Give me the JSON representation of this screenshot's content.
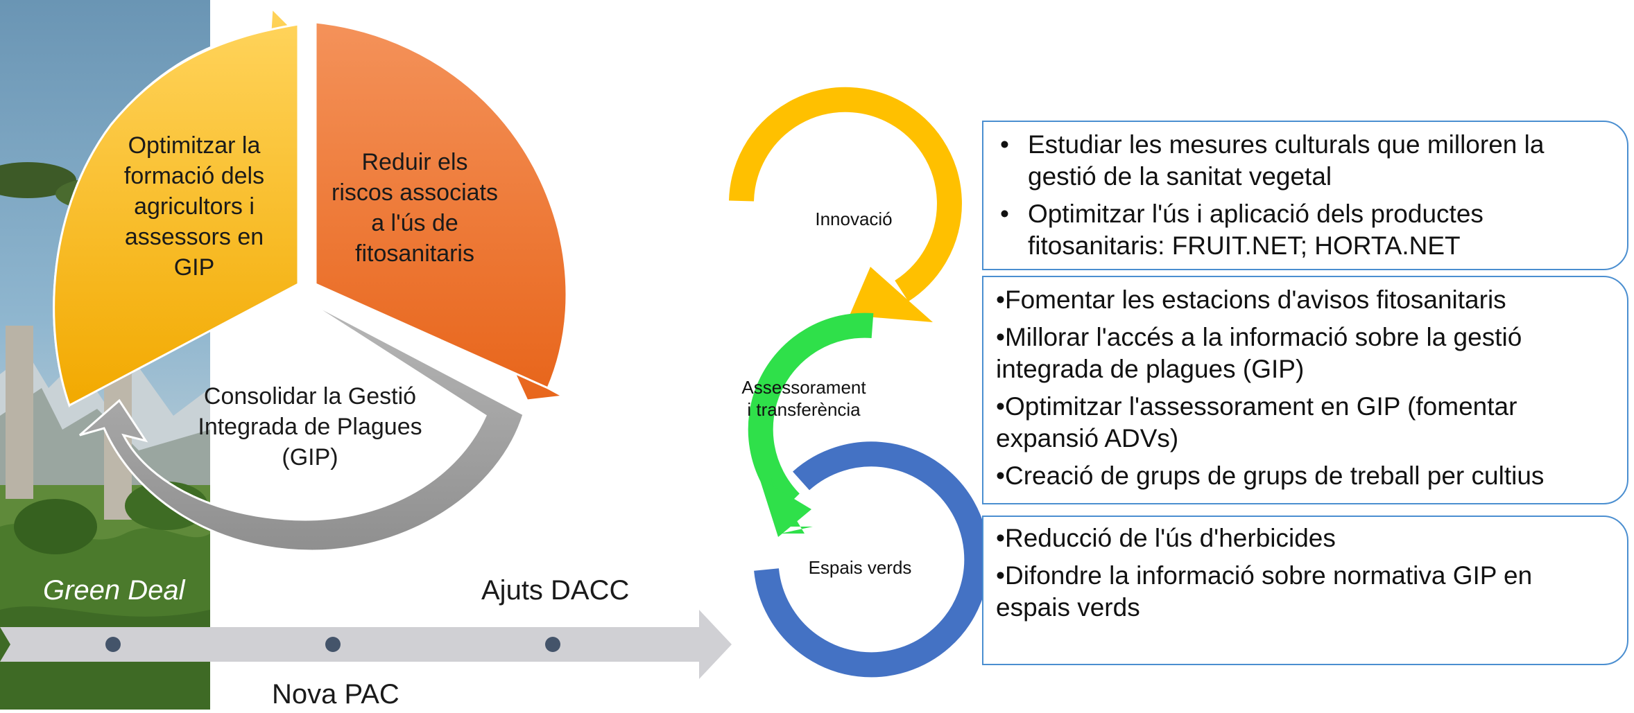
{
  "cycle": {
    "top_left": "Optimitzar la formació dels agricultors i assessors en GIP",
    "top_right": "Reduir els riscos associats a l'ús de fitosanitaris",
    "bottom": "Consolidar la Gestió Integrada de Plagues (GIP)"
  },
  "timeline": {
    "label_green_deal": "Green Deal",
    "label_nova_pac": "Nova PAC",
    "label_ajuts": "Ajuts DACC"
  },
  "process": {
    "innovacio": "Innovació",
    "assessorament_line1": "Assessorament",
    "assessorament_line2": "i transferència",
    "espais_verds": "Espais verds"
  },
  "boxes": {
    "innovacio": [
      "Estudiar les mesures culturals que milloren la gestió de la sanitat vegetal",
      "Optimitzar l'ús i aplicació dels productes fitosanitaris: FRUIT.NET; HORTA.NET"
    ],
    "assessorament": [
      "Fomentar les estacions d'avisos fitosanitaris",
      "Millorar l'accés a la informació sobre la gestió integrada de plagues (GIP)",
      "Optimitzar l'assessorament en GIP (fomentar expansió ADVs)",
      "Creació de grups de grups de treball per cultius"
    ],
    "espais_verds": [
      "Reducció de l'ús d'herbicides",
      "Difondre la informació sobre normativa GIP en espais verds"
    ]
  },
  "colors": {
    "yellow": "#f7b91a",
    "orange": "#ee7125",
    "gray": "#a6a6a6",
    "ring_yellow": "#ffc000",
    "ring_green": "#2fe04a",
    "ring_blue": "#4472c4",
    "box_border": "#4a8ed0"
  }
}
